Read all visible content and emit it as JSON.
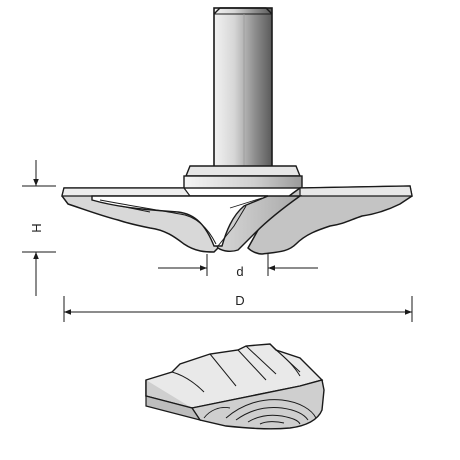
{
  "labels": {
    "height": "H",
    "small_diameter": "d",
    "diameter": "D"
  },
  "colors": {
    "outline": "#1a1a1a",
    "shank_fill": "#d9d9d9",
    "body_fill": "#cfcfcf",
    "body_shade": "#a6a6a6",
    "carbide_fill": "#ffffff",
    "wood_fill": "#d4d4d4",
    "wood_top": "#ececec"
  }
}
